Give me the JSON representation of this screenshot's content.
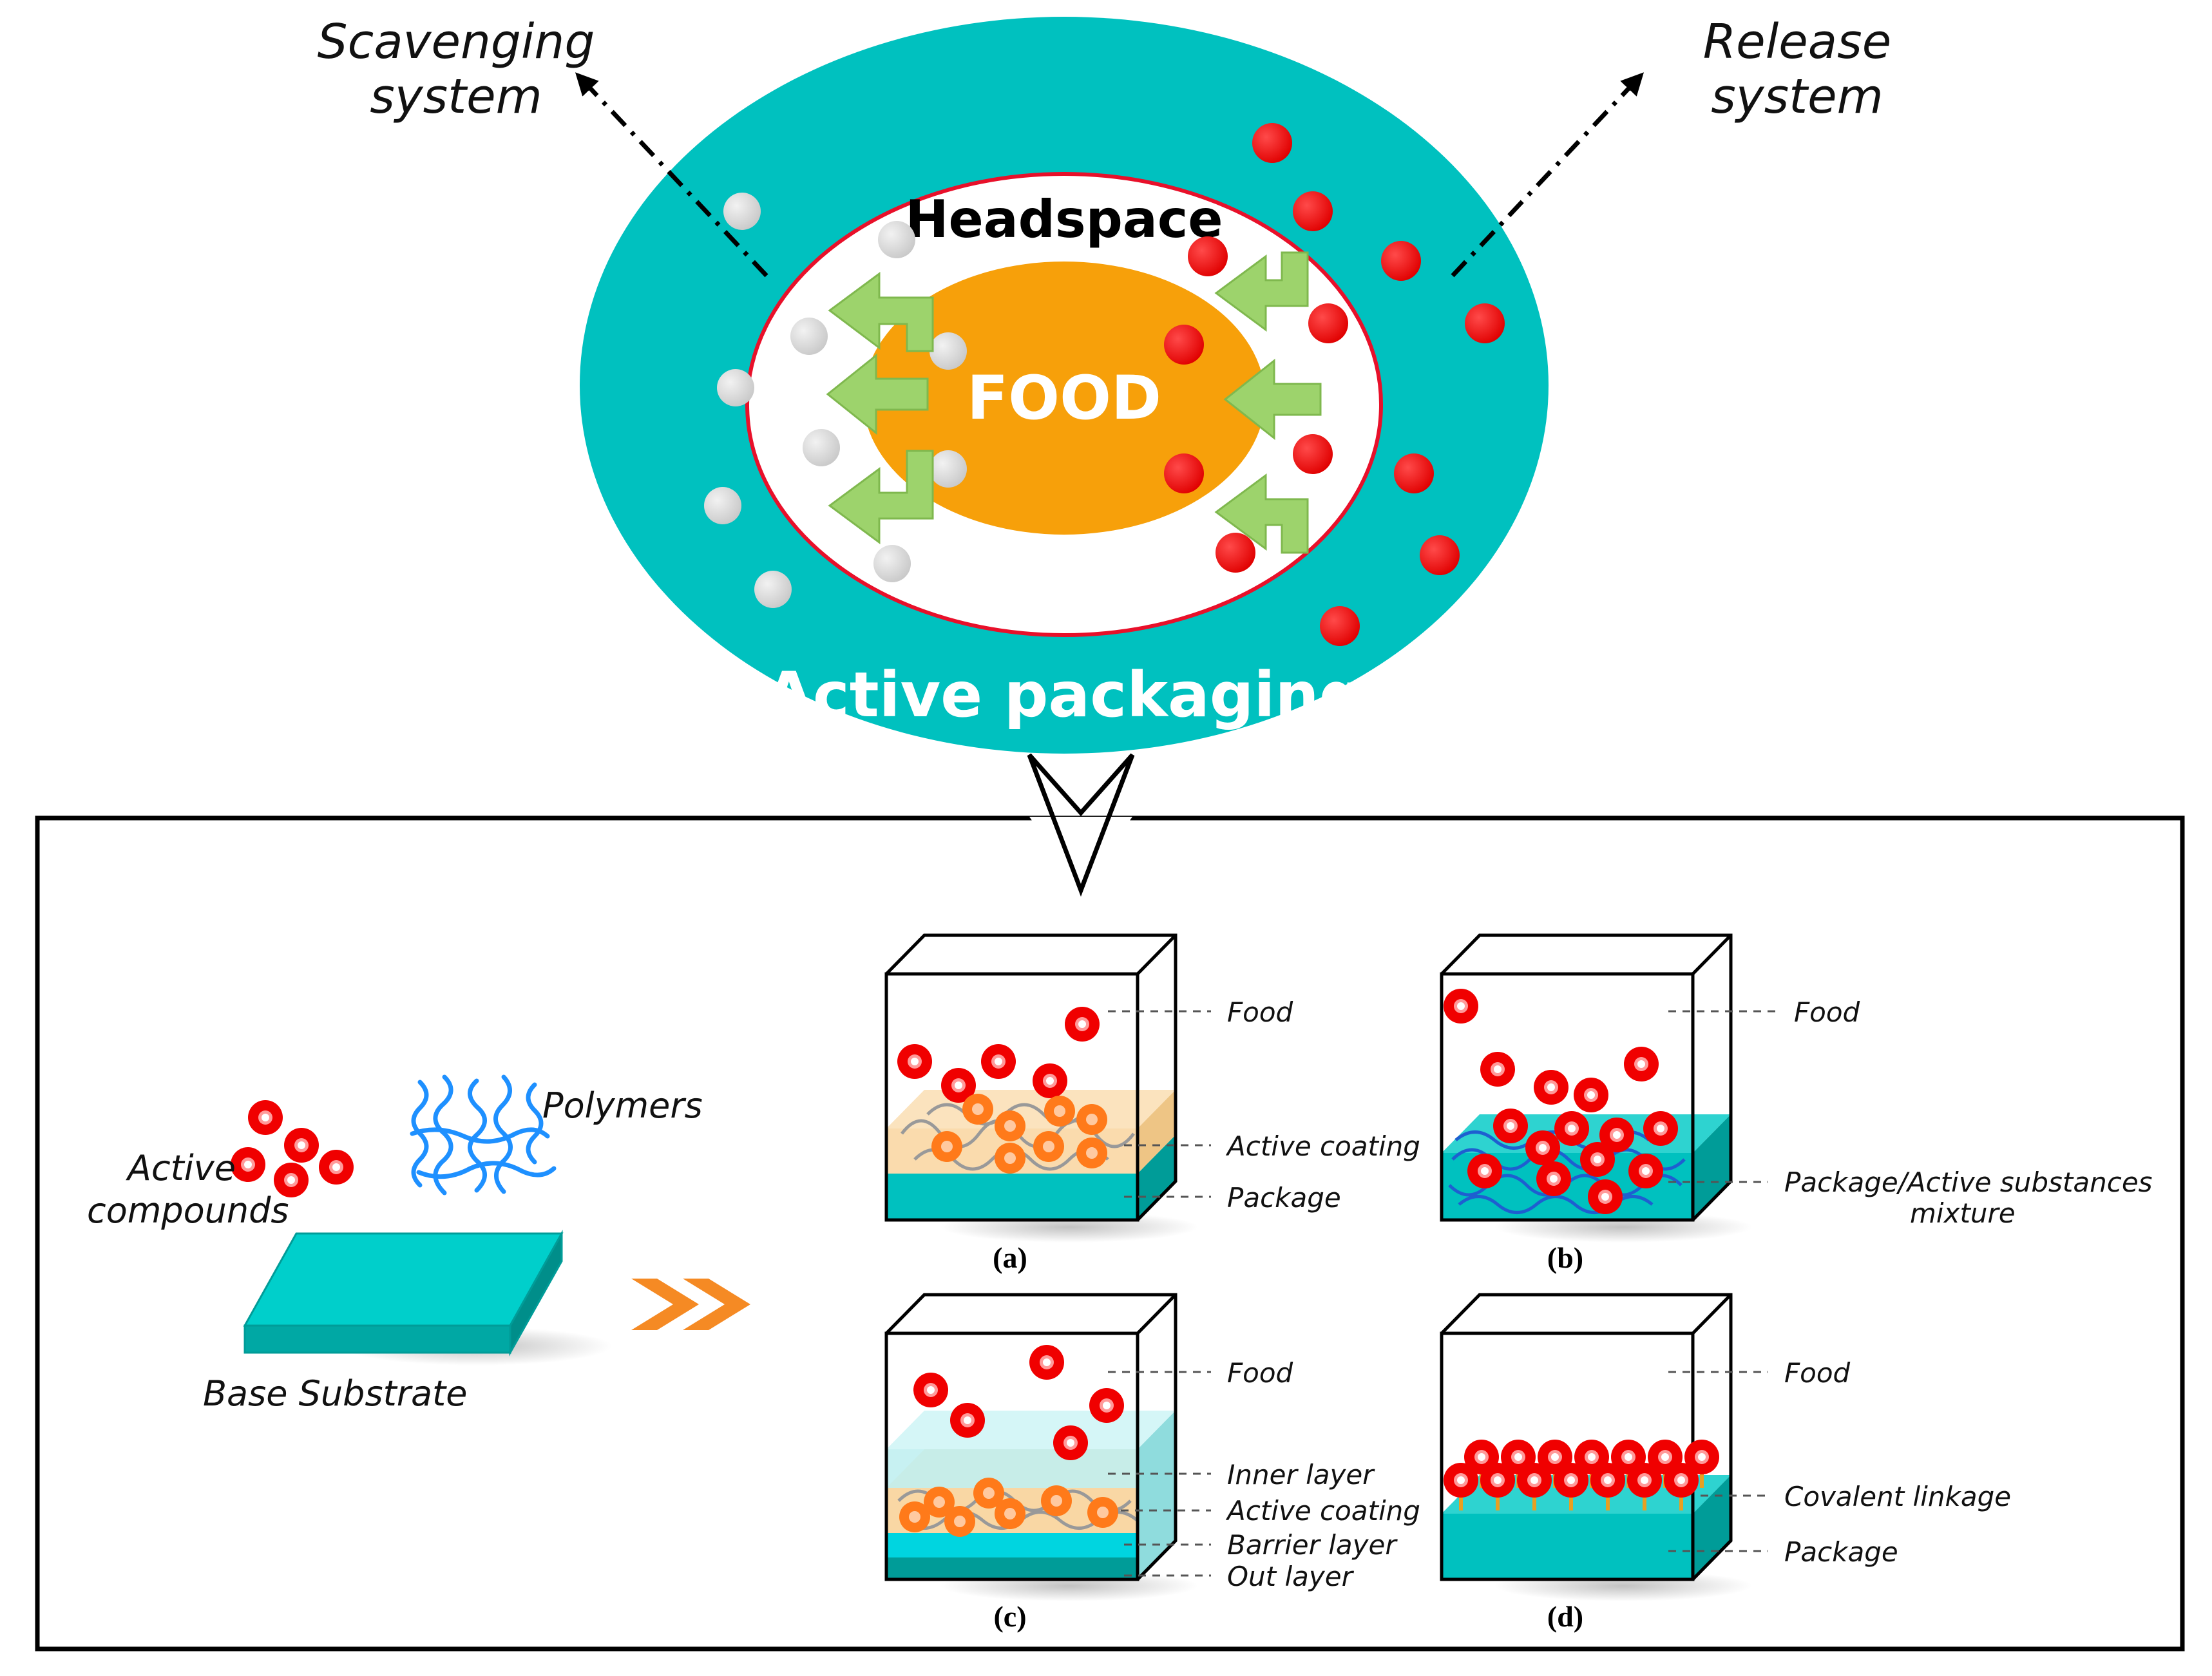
{
  "colors": {
    "teal": "#00C1BF",
    "teal_dark": "#009C98",
    "orange": "#F7A00A",
    "red": "#F00000",
    "grey": "#DADADA",
    "green_arrow": "#9DD36C",
    "coating": "#F9D7A4",
    "inner_layer": "#BDEFF0",
    "chevron": "#F58A24",
    "polymer": "#1E90FF"
  },
  "top": {
    "scavenging_line1": "Scavenging",
    "scavenging_line2": "system",
    "release_line1": "Release",
    "release_line2": "system",
    "headspace": "Headspace",
    "food": "FOOD",
    "active_packaging": "Active packaging"
  },
  "bottom": {
    "polymers": "Polymers",
    "active_compounds_line1": "Active",
    "active_compounds_line2": "compounds",
    "base_substrate": "Base Substrate",
    "panel_a": {
      "caption": "(a)",
      "food": "Food",
      "active_coating": "Active coating",
      "package": "Package"
    },
    "panel_b": {
      "caption": "(b)",
      "food": "Food",
      "mixture_line1": "Package/Active substances",
      "mixture_line2": "mixture"
    },
    "panel_c": {
      "caption": "(c)",
      "food": "Food",
      "inner_layer": "Inner layer",
      "active_coating": "Active coating",
      "barrier_layer": "Barrier layer",
      "out_layer": "Out layer"
    },
    "panel_d": {
      "caption": "(d)",
      "food": "Food",
      "covalent_linkage": "Covalent linkage",
      "package": "Package"
    }
  },
  "icons": [
    "green-curved-arrow-icon",
    "red-particle-icon",
    "grey-particle-icon",
    "double-chevron-icon",
    "polymer-chain-icon"
  ]
}
